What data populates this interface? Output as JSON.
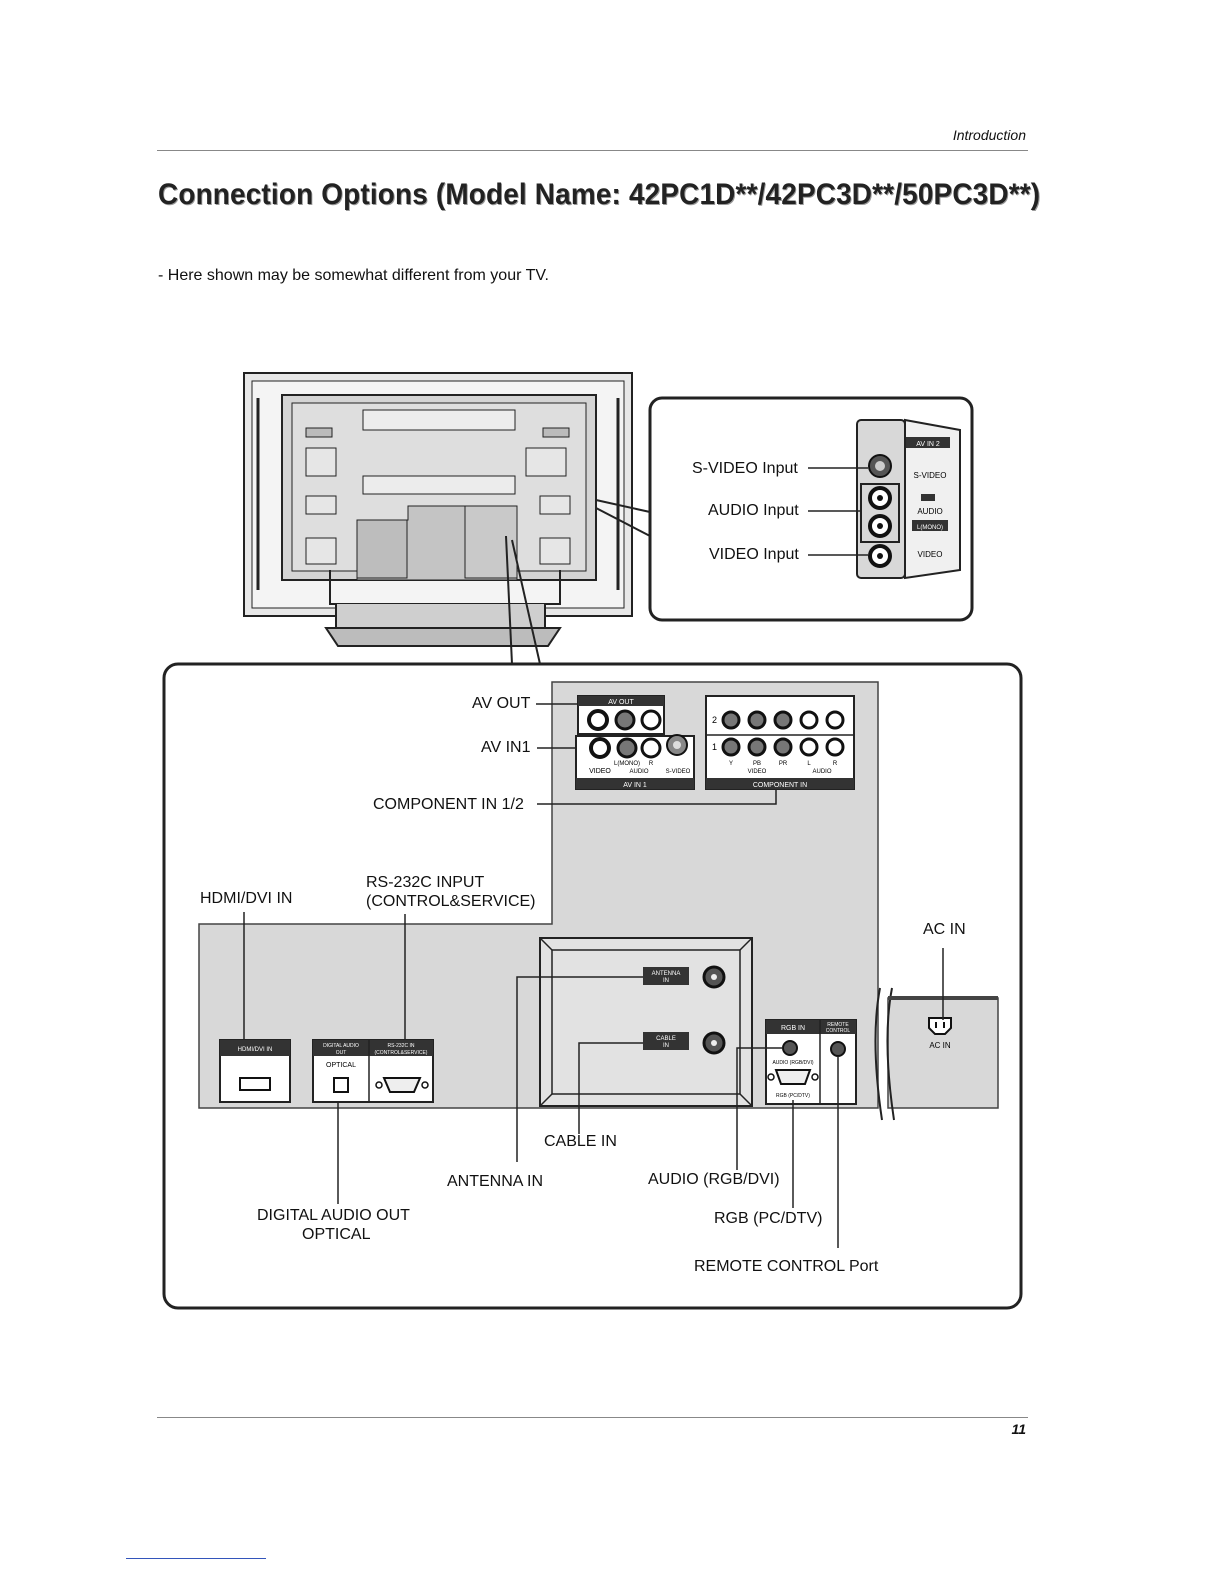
{
  "header": {
    "section": "Introduction"
  },
  "title": "Connection Options (Model Name: 42PC1D**/42PC3D**/50PC3D**)",
  "note": "- Here shown may be somewhat different from your TV.",
  "side_callout": {
    "labels": {
      "svideo": "S-VIDEO Input",
      "audio": "AUDIO Input",
      "video": "VIDEO Input"
    },
    "panel": {
      "av_in2": "AV IN 2",
      "svideo": "S-VIDEO",
      "audio": "AUDIO",
      "mono": "L(MONO)",
      "video": "VIDEO"
    }
  },
  "rear_callout": {
    "labels": {
      "av_out": "AV OUT",
      "av_in1": "AV IN1",
      "component": "COMPONENT IN 1/2",
      "hdmi": "HDMI/DVI IN",
      "rs232_line1": "RS-232C INPUT",
      "rs232_line2": "(CONTROL&SERVICE)",
      "ac_in": "AC IN",
      "cable_in": "CABLE IN",
      "antenna_in": "ANTENNA IN",
      "audio_rgb": "AUDIO (RGB/DVI)",
      "rgb_pc": "RGB (PC/DTV)",
      "digital_line1": "DIGITAL AUDIO OUT",
      "digital_line2": "OPTICAL",
      "remote": "REMOTE CONTROL Port"
    },
    "panel": {
      "av_out": "AV OUT",
      "av_in1": "AV IN 1",
      "component_in": "COMPONENT IN",
      "video": "VIDEO",
      "mono": "L(MONO)",
      "r": "R",
      "audio": "AUDIO",
      "svideo": "S-VIDEO",
      "y": "Y",
      "pb": "PB",
      "pr": "PR",
      "l": "L",
      "row1": "1",
      "row2": "2",
      "hdmi": "HDMI/DVI IN",
      "digital_out_1": "DIGITAL AUDIO",
      "digital_out_2": "OUT",
      "optical": "OPTICAL",
      "rs232_1": "RS-232C IN",
      "rs232_2": "(CONTROL&SERVICE)",
      "antenna_1": "ANTENNA",
      "antenna_2": "IN",
      "cable_1": "CABLE",
      "cable_2": "IN",
      "rgb_in": "RGB IN",
      "remote_1": "REMOTE",
      "remote_2": "CONTROL",
      "audio_rgb": "AUDIO (RGB/DVI)",
      "rgb_pc": "RGB (PC/DTV)",
      "ac_in": "AC IN"
    }
  },
  "page_number": "11"
}
